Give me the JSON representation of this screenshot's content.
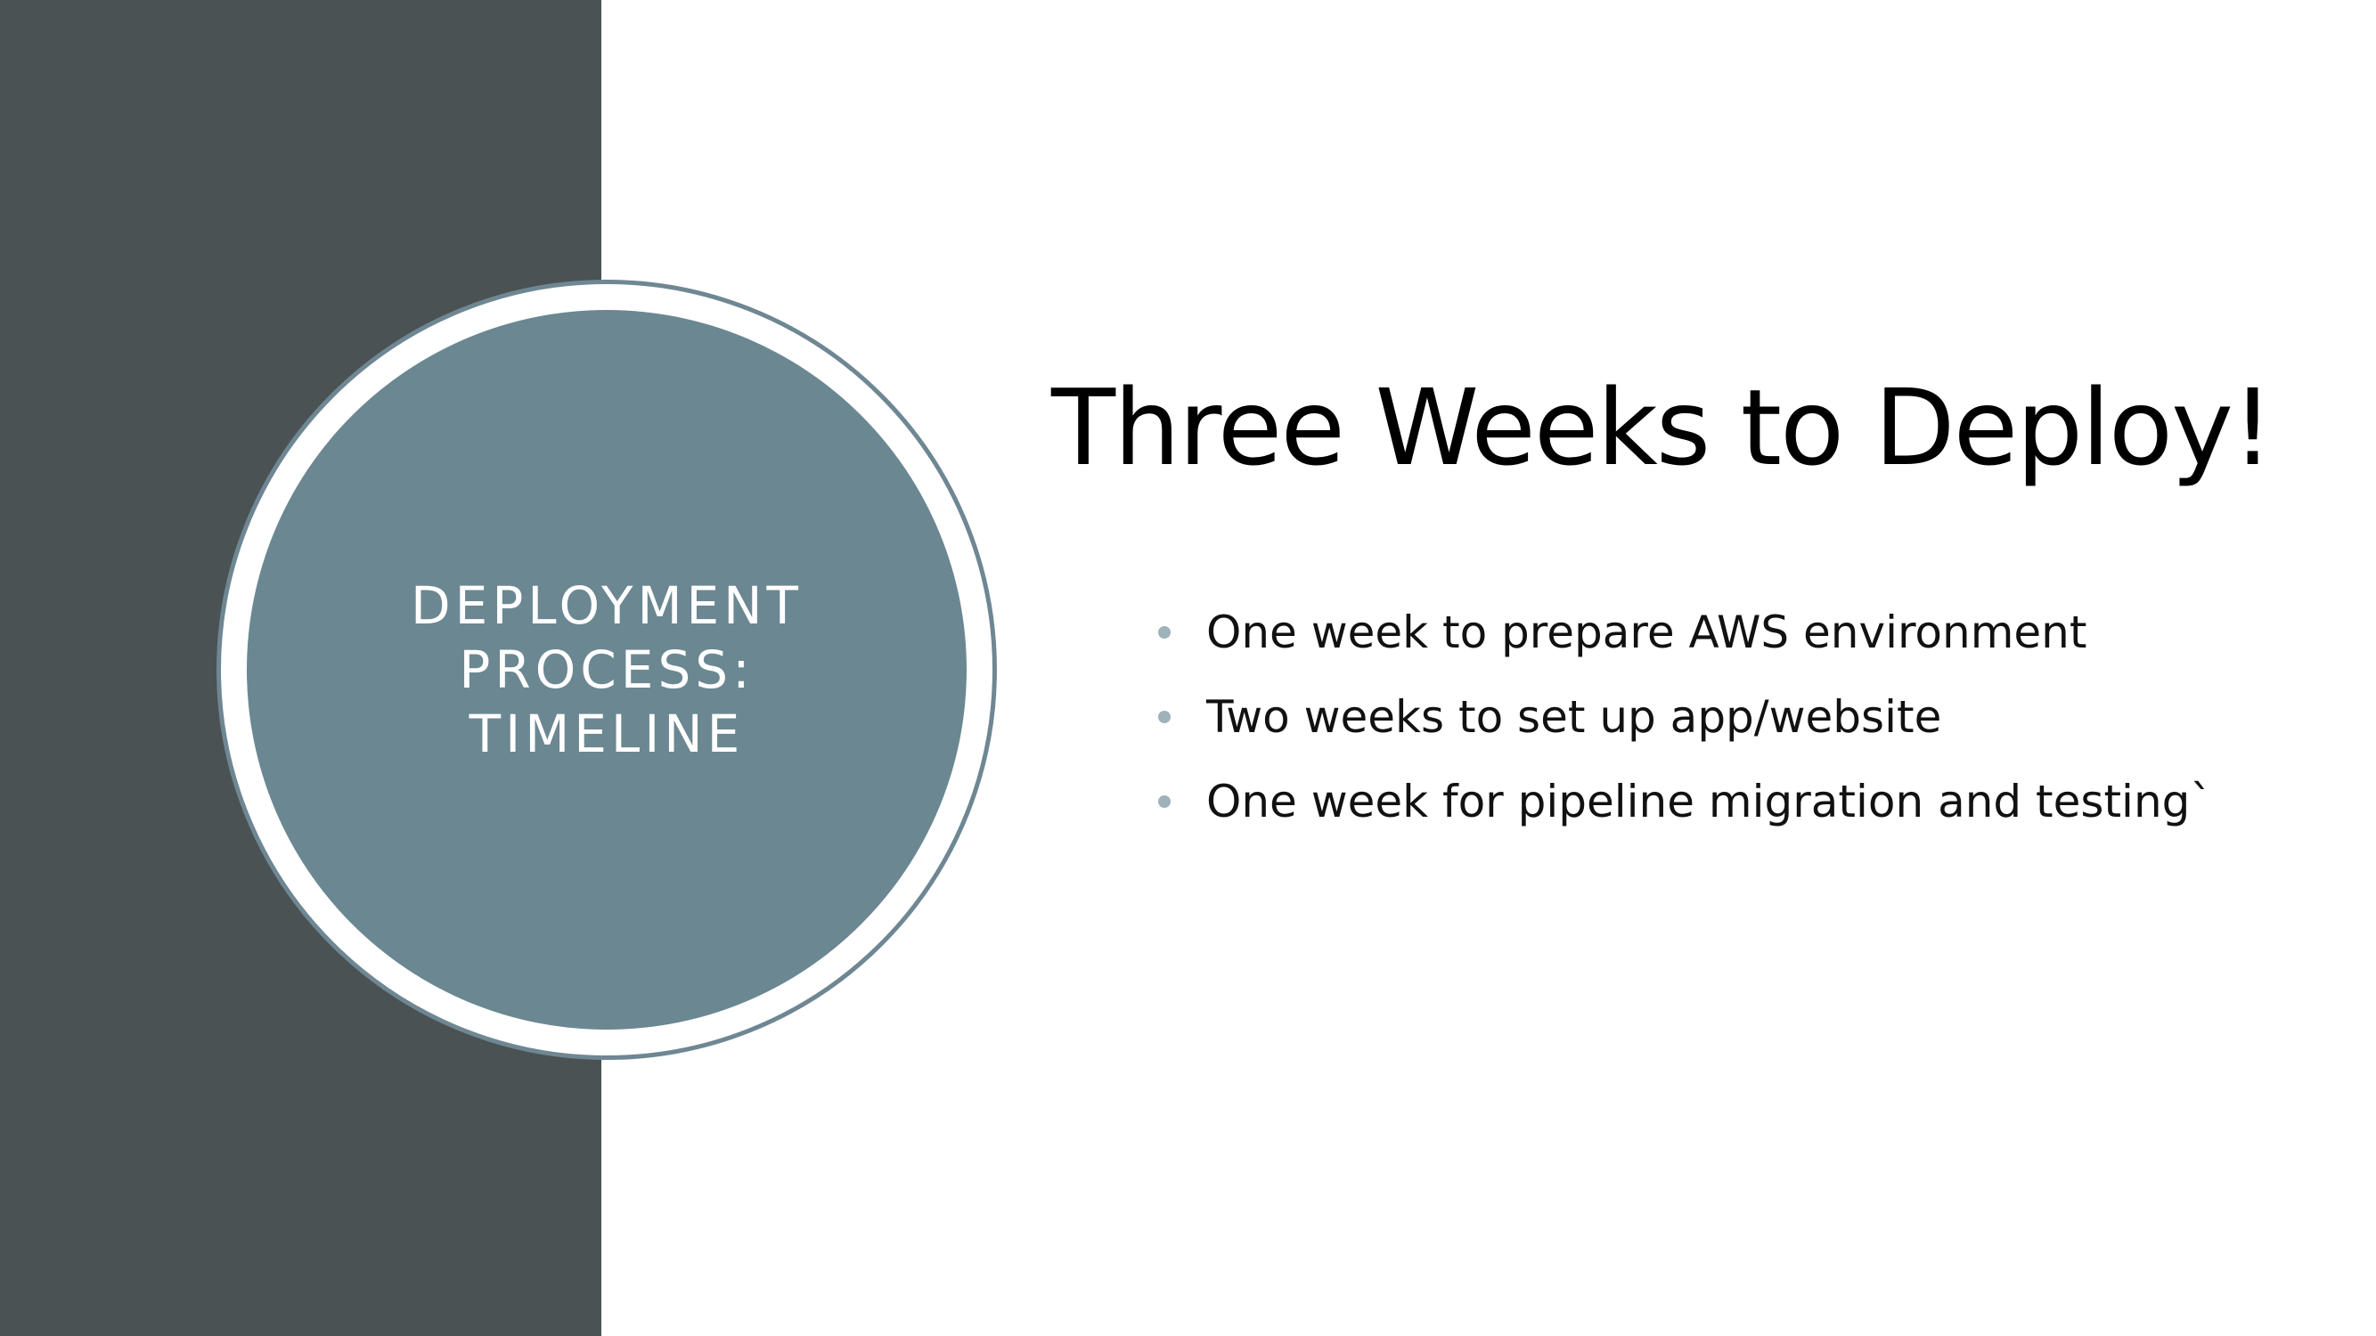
{
  "sidebar": {
    "circle_lines": [
      "DEPLOYMENT",
      "PROCESS:",
      "TIMELINE"
    ]
  },
  "main": {
    "title": "Three Weeks to Deploy!",
    "bullets": [
      "One week to prepare AWS environment",
      "Two weeks to set up app/website",
      "One week for pipeline migration and testing`"
    ]
  },
  "colors": {
    "sidebar_background": "#4a5254",
    "circle_fill": "#6b8792",
    "circle_ring": "#6e8793",
    "bullet_marker": "#9fb2ba",
    "title_text": "#000000"
  }
}
